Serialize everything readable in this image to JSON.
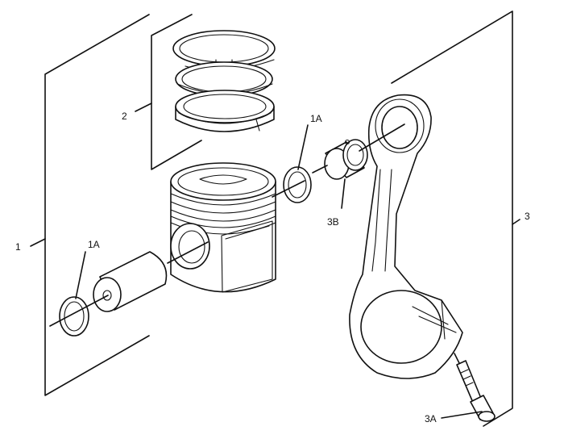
{
  "callouts": {
    "c1": "1",
    "c1a_top": "1A",
    "c1a_left": "1A",
    "c2": "2",
    "c3": "3",
    "c3a": "3A",
    "c3b": "3B"
  }
}
